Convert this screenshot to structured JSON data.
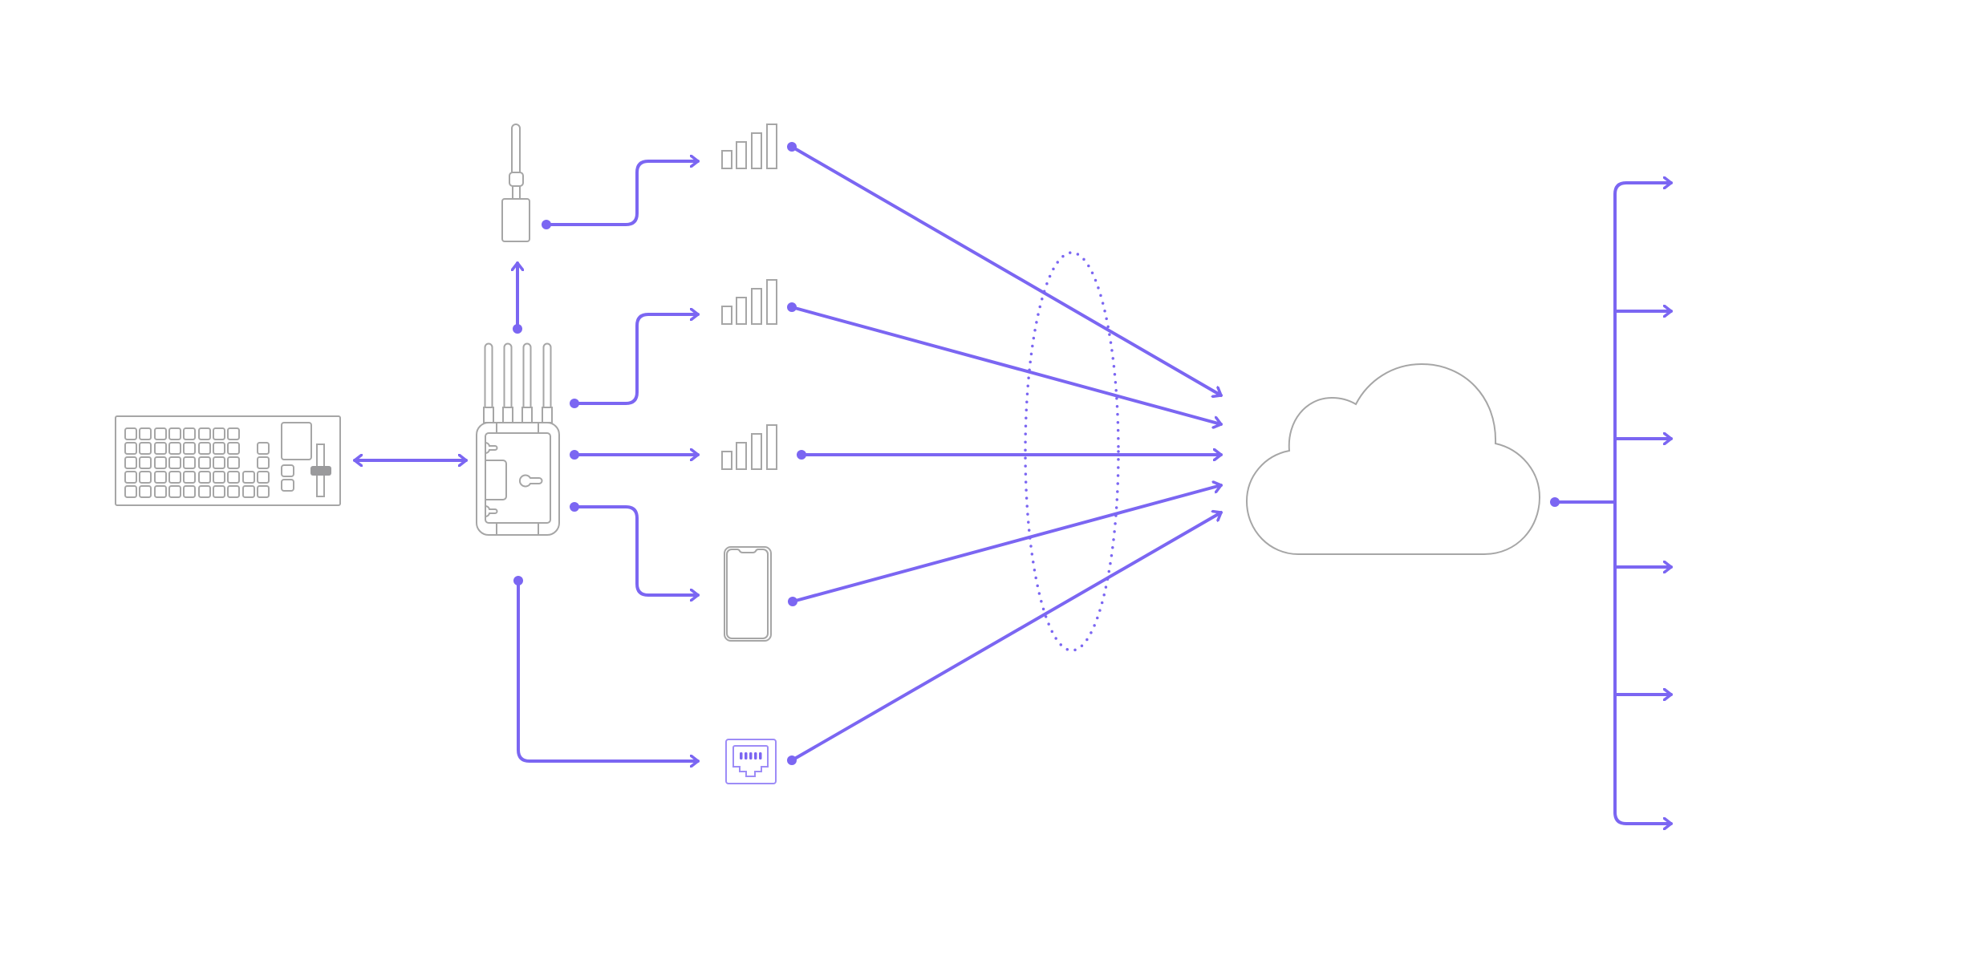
{
  "diagram": {
    "colors": {
      "connector": "#7b66f2",
      "device_outline": "#a6a6a6",
      "ethernet_outline": "#9d8cf7",
      "fader_handle": "#9a9a9c",
      "background": "#ffffff"
    },
    "icons": {
      "source": "video-switcher-panel-icon",
      "encoder": "bonding-encoder-router-icon",
      "camera_transmitter": "camera-transmitter-dongle-icon",
      "cellular_links": [
        "cellular-signal-icon",
        "cellular-signal-icon",
        "cellular-signal-icon"
      ],
      "phone": "smartphone-icon",
      "ethernet": "ethernet-port-icon",
      "cloud": "cloud-icon",
      "bonding_group": "dotted-ellipse-bonding-indicator"
    },
    "cloud_outputs": 6,
    "switcher_keys": {
      "columns": 10,
      "rows": 5
    }
  }
}
